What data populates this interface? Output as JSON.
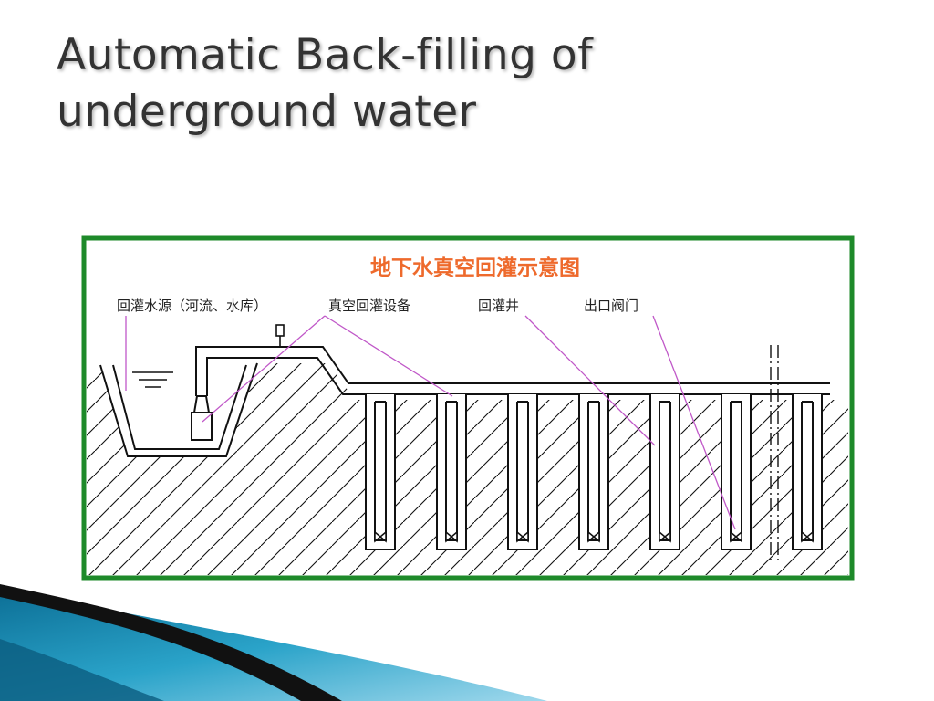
{
  "slide": {
    "title": "Automatic Back-filling of underground water"
  },
  "diagram": {
    "title": "地下水真空回灌示意图",
    "labels": {
      "water_source": "回灌水源（河流、水库）",
      "vacuum_equipment": "真空回灌设备",
      "recharge_well": "回灌井",
      "outlet_valve": "出口阀门"
    },
    "well_count": 7,
    "colors": {
      "frame": "#1e8a2a",
      "title": "#ee6a2c",
      "leader": "#c058c8",
      "ink": "#111111",
      "decor_dark": "#111111",
      "decor_blue": "#1f8fb8"
    }
  }
}
